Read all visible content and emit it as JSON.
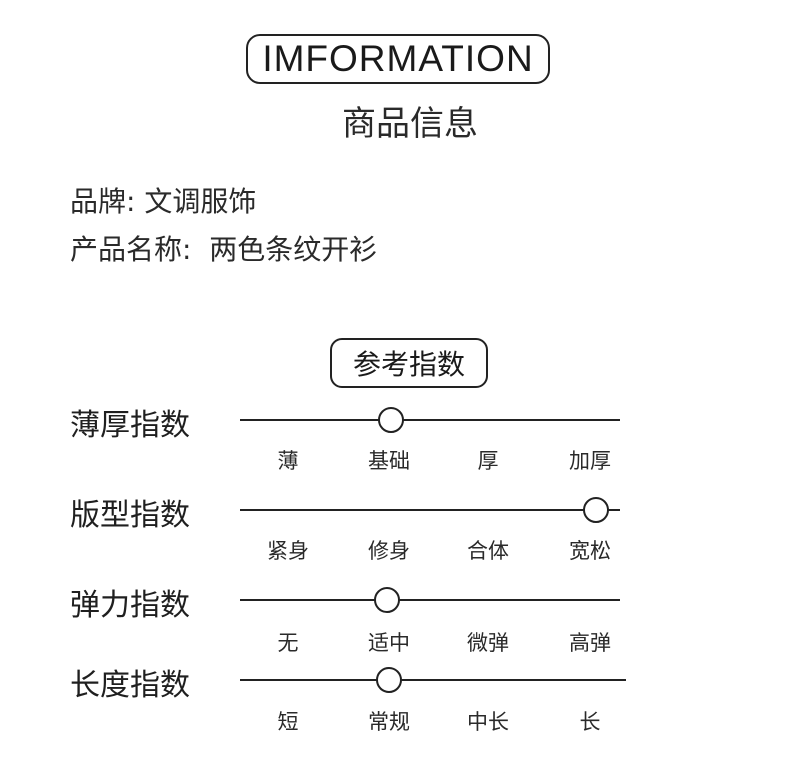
{
  "header": {
    "title_en": "IMFORMATION",
    "title_cn": "商品信息"
  },
  "info": [
    {
      "label": "品牌",
      "value": "文调服饰"
    },
    {
      "label": "产品名称",
      "value": "两色条纹开衫"
    }
  ],
  "reference": {
    "title": "参考指数",
    "rows": [
      {
        "label": "薄厚指数",
        "options": [
          "薄",
          "基础",
          "厚",
          "加厚"
        ],
        "selected_index": 1
      },
      {
        "label": "版型指数",
        "options": [
          "紧身",
          "修身",
          "合体",
          "宽松"
        ],
        "selected_index": 3
      },
      {
        "label": "弹力指数",
        "options": [
          "无",
          "适中",
          "微弹",
          "高弹"
        ],
        "selected_index": 1
      },
      {
        "label": "长度指数",
        "options": [
          "短",
          "常规",
          "中长",
          "长"
        ],
        "selected_index": 1
      }
    ]
  }
}
